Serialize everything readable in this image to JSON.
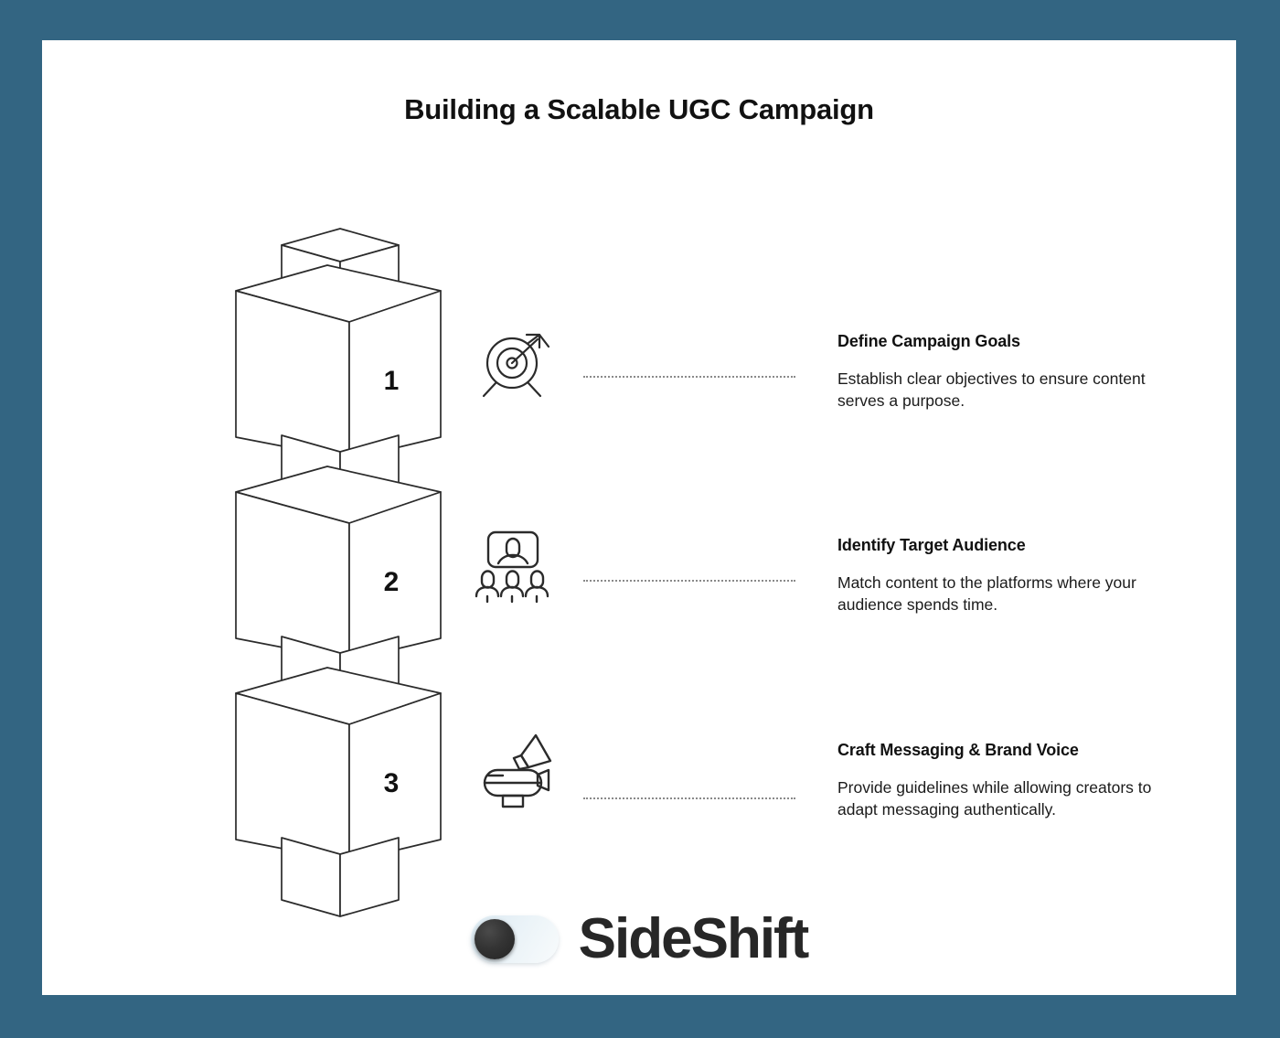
{
  "theme": {
    "frame_color": "#336582",
    "card_color": "#ffffff",
    "text_color": "#111111",
    "line_color": "#2b2b2b",
    "dot_color": "#8a8a8a"
  },
  "header": {
    "title": "Building a Scalable UGC Campaign"
  },
  "steps": [
    {
      "number": "1",
      "icon": "target-arrow-icon",
      "title": "Define Campaign Goals",
      "description": "Establish clear objectives to ensure content serves a purpose."
    },
    {
      "number": "2",
      "icon": "audience-group-icon",
      "title": "Identify Target Audience",
      "description": "Match content to the platforms where your audience spends time."
    },
    {
      "number": "3",
      "icon": "megaphone-icon",
      "title": "Craft Messaging & Brand Voice",
      "description": "Provide guidelines while allowing creators to adapt messaging authentically."
    }
  ],
  "logo": {
    "wordmark": "SideShift",
    "icon": "toggle-switch-icon"
  }
}
